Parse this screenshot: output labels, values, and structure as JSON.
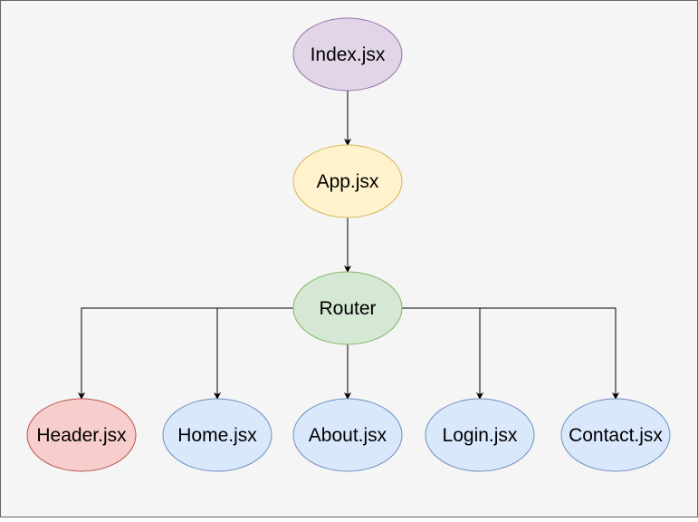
{
  "diagram": {
    "background": "#f5f5f5",
    "border_color": "#666666",
    "edge_color": "#000000",
    "nodes": [
      {
        "id": "index",
        "label": "Index.jsx",
        "fill": "#e1d5e7",
        "stroke": "#9673a6"
      },
      {
        "id": "app",
        "label": "App.jsx",
        "fill": "#fff2cc",
        "stroke": "#d6b656"
      },
      {
        "id": "router",
        "label": "Router",
        "fill": "#d5e8d4",
        "stroke": "#82b366"
      },
      {
        "id": "header",
        "label": "Header.jsx",
        "fill": "#f8cecc",
        "stroke": "#b85450"
      },
      {
        "id": "home",
        "label": "Home.jsx",
        "fill": "#dae8fc",
        "stroke": "#6c8ebf"
      },
      {
        "id": "about",
        "label": "About.jsx",
        "fill": "#dae8fc",
        "stroke": "#6c8ebf"
      },
      {
        "id": "login",
        "label": "Login.jsx",
        "fill": "#dae8fc",
        "stroke": "#6c8ebf"
      },
      {
        "id": "contact",
        "label": "Contact.jsx",
        "fill": "#dae8fc",
        "stroke": "#6c8ebf"
      }
    ],
    "edges": [
      {
        "from": "index",
        "to": "app"
      },
      {
        "from": "app",
        "to": "router"
      },
      {
        "from": "router",
        "to": "header"
      },
      {
        "from": "router",
        "to": "home"
      },
      {
        "from": "router",
        "to": "about"
      },
      {
        "from": "router",
        "to": "login"
      },
      {
        "from": "router",
        "to": "contact"
      }
    ]
  }
}
